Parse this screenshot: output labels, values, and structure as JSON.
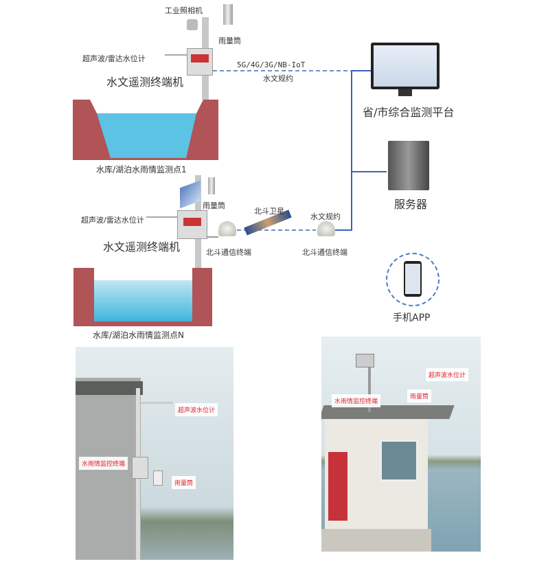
{
  "station1": {
    "camera": "工业照相机",
    "rain_gauge": "雨量筒",
    "level_meter": "超声波/雷达水位计",
    "terminal": "水文遥测终端机",
    "site": "水库/湖泊水雨情监测点1"
  },
  "link1": {
    "network": "5G/4G/3G/NB-IoT",
    "protocol": "水文规约"
  },
  "platform": {
    "label": "省/市综合监测平台"
  },
  "server": {
    "label": "服务器"
  },
  "station2": {
    "rain_gauge": "雨量筒",
    "level_meter": "超声波/雷达水位计",
    "terminal": "水文遥测终端机",
    "beidou_terminal": "北斗通信终端",
    "site": "水库/湖泊水雨情监测点N"
  },
  "satellite": {
    "label": "北斗卫星"
  },
  "link2": {
    "protocol": "水文规约",
    "beidou_terminal": "北斗通信终端"
  },
  "app": {
    "label": "手机APP"
  },
  "photo_left": {
    "level_meter": "超声波水位计",
    "terminal": "水雨情监控终端",
    "rain_gauge": "雨量筒"
  },
  "photo_right": {
    "level_meter": "超声波水位计",
    "terminal": "水雨情监控终端",
    "rain_gauge": "雨量筒"
  },
  "colors": {
    "line": "#3b62b5",
    "reservoir": "#b05458",
    "label_red": "#e0202a"
  }
}
